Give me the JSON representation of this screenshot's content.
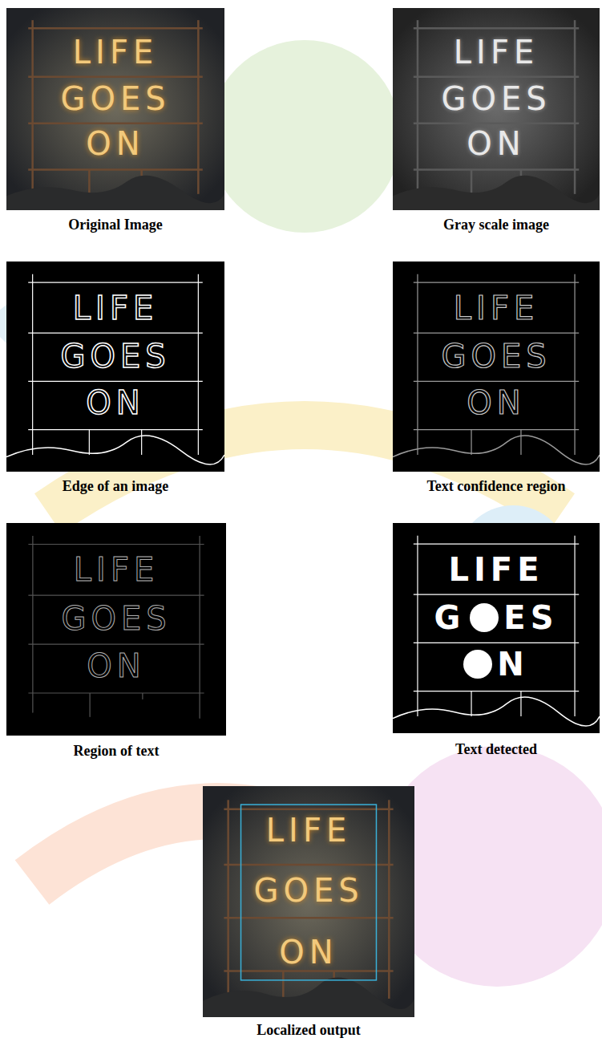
{
  "diagram": {
    "labels": [
      "LIFE",
      "GOES",
      "ON",
      "Original Image",
      "LIFE",
      "GOES",
      "ON",
      "Gray scale image",
      "LIFE",
      "GOES",
      "ON",
      "Edge of an image",
      "LIFE",
      "GOES",
      "ON",
      "Text confidence region",
      "LIFE",
      "GOES",
      "ON",
      "Region of text",
      "LIFE",
      "G",
      "ES",
      "N",
      "Text detected",
      "LIFE",
      "GOES",
      "ON",
      "Localized output"
    ]
  }
}
